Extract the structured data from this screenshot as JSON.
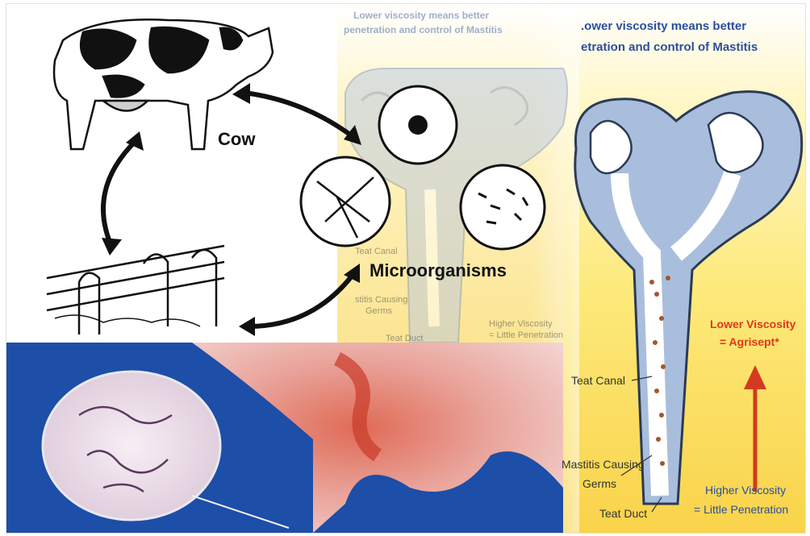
{
  "collage": {
    "cow_label": "Cow",
    "microorganisms_label": "Microorganisms",
    "header_right_line1": ".ower viscosity means better",
    "header_right_line2": "etration and control of Mastitis",
    "header_faded_line1": "Lower viscosity means better",
    "header_faded_line2": "penetration and control of Mastitis",
    "faded_teat_canal": "Teat Canal",
    "faded_mastitis_line1": "stitis Causing",
    "faded_mastitis_line2": "Germs",
    "faded_teat_duct": "Teat Duct",
    "faded_higher_line1": "Higher Viscosity",
    "faded_higher_line2": "= Little Penetration",
    "teat_canal": "Teat Canal",
    "mastitis_line1": "Mastitis Causing",
    "mastitis_line2": "Germs",
    "teat_duct": "Teat Duct",
    "lower_viscosity_line1": "Lower Viscosity",
    "lower_viscosity_line2": "= Agrisept*",
    "higher_viscosity_line1": "Higher Viscosity",
    "higher_viscosity_line2": "= Little Penetration"
  },
  "colors": {
    "yellow_bg": "#fde97a",
    "teat_blue": "#9fb6d6",
    "arrow_red": "#d33a1f",
    "label_red": "#e0381b",
    "header_blue": "#2a4f9c",
    "micro_blue": "#1d4ea8",
    "tissue_red": "#d2503c"
  }
}
